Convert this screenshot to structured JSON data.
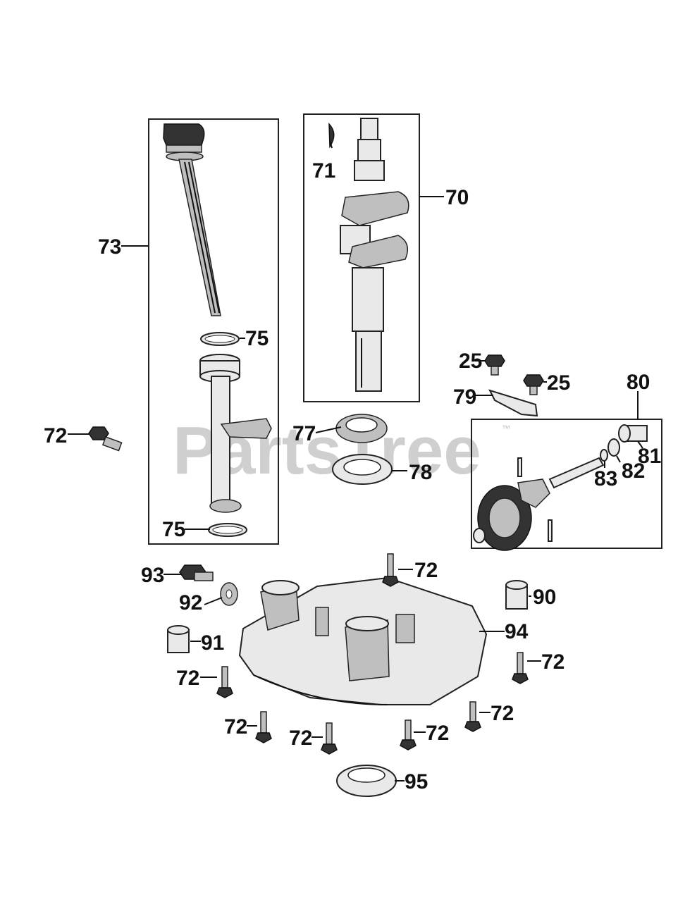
{
  "watermark": {
    "text": "PartsTree",
    "trademark": "™"
  },
  "callouts": {
    "c70": "70",
    "c71": "71",
    "c72a": "72",
    "c72b": "72",
    "c72c": "72",
    "c72d": "72",
    "c72e": "72",
    "c72f": "72",
    "c72g": "72",
    "c72h": "72",
    "c73": "73",
    "c75a": "75",
    "c75b": "75",
    "c77": "77",
    "c78": "78",
    "c79": "79",
    "c25a": "25",
    "c25b": "25",
    "c80": "80",
    "c81": "81",
    "c82": "82",
    "c83": "83",
    "c90": "90",
    "c91": "91",
    "c92": "92",
    "c93": "93",
    "c94": "94",
    "c95": "95"
  }
}
